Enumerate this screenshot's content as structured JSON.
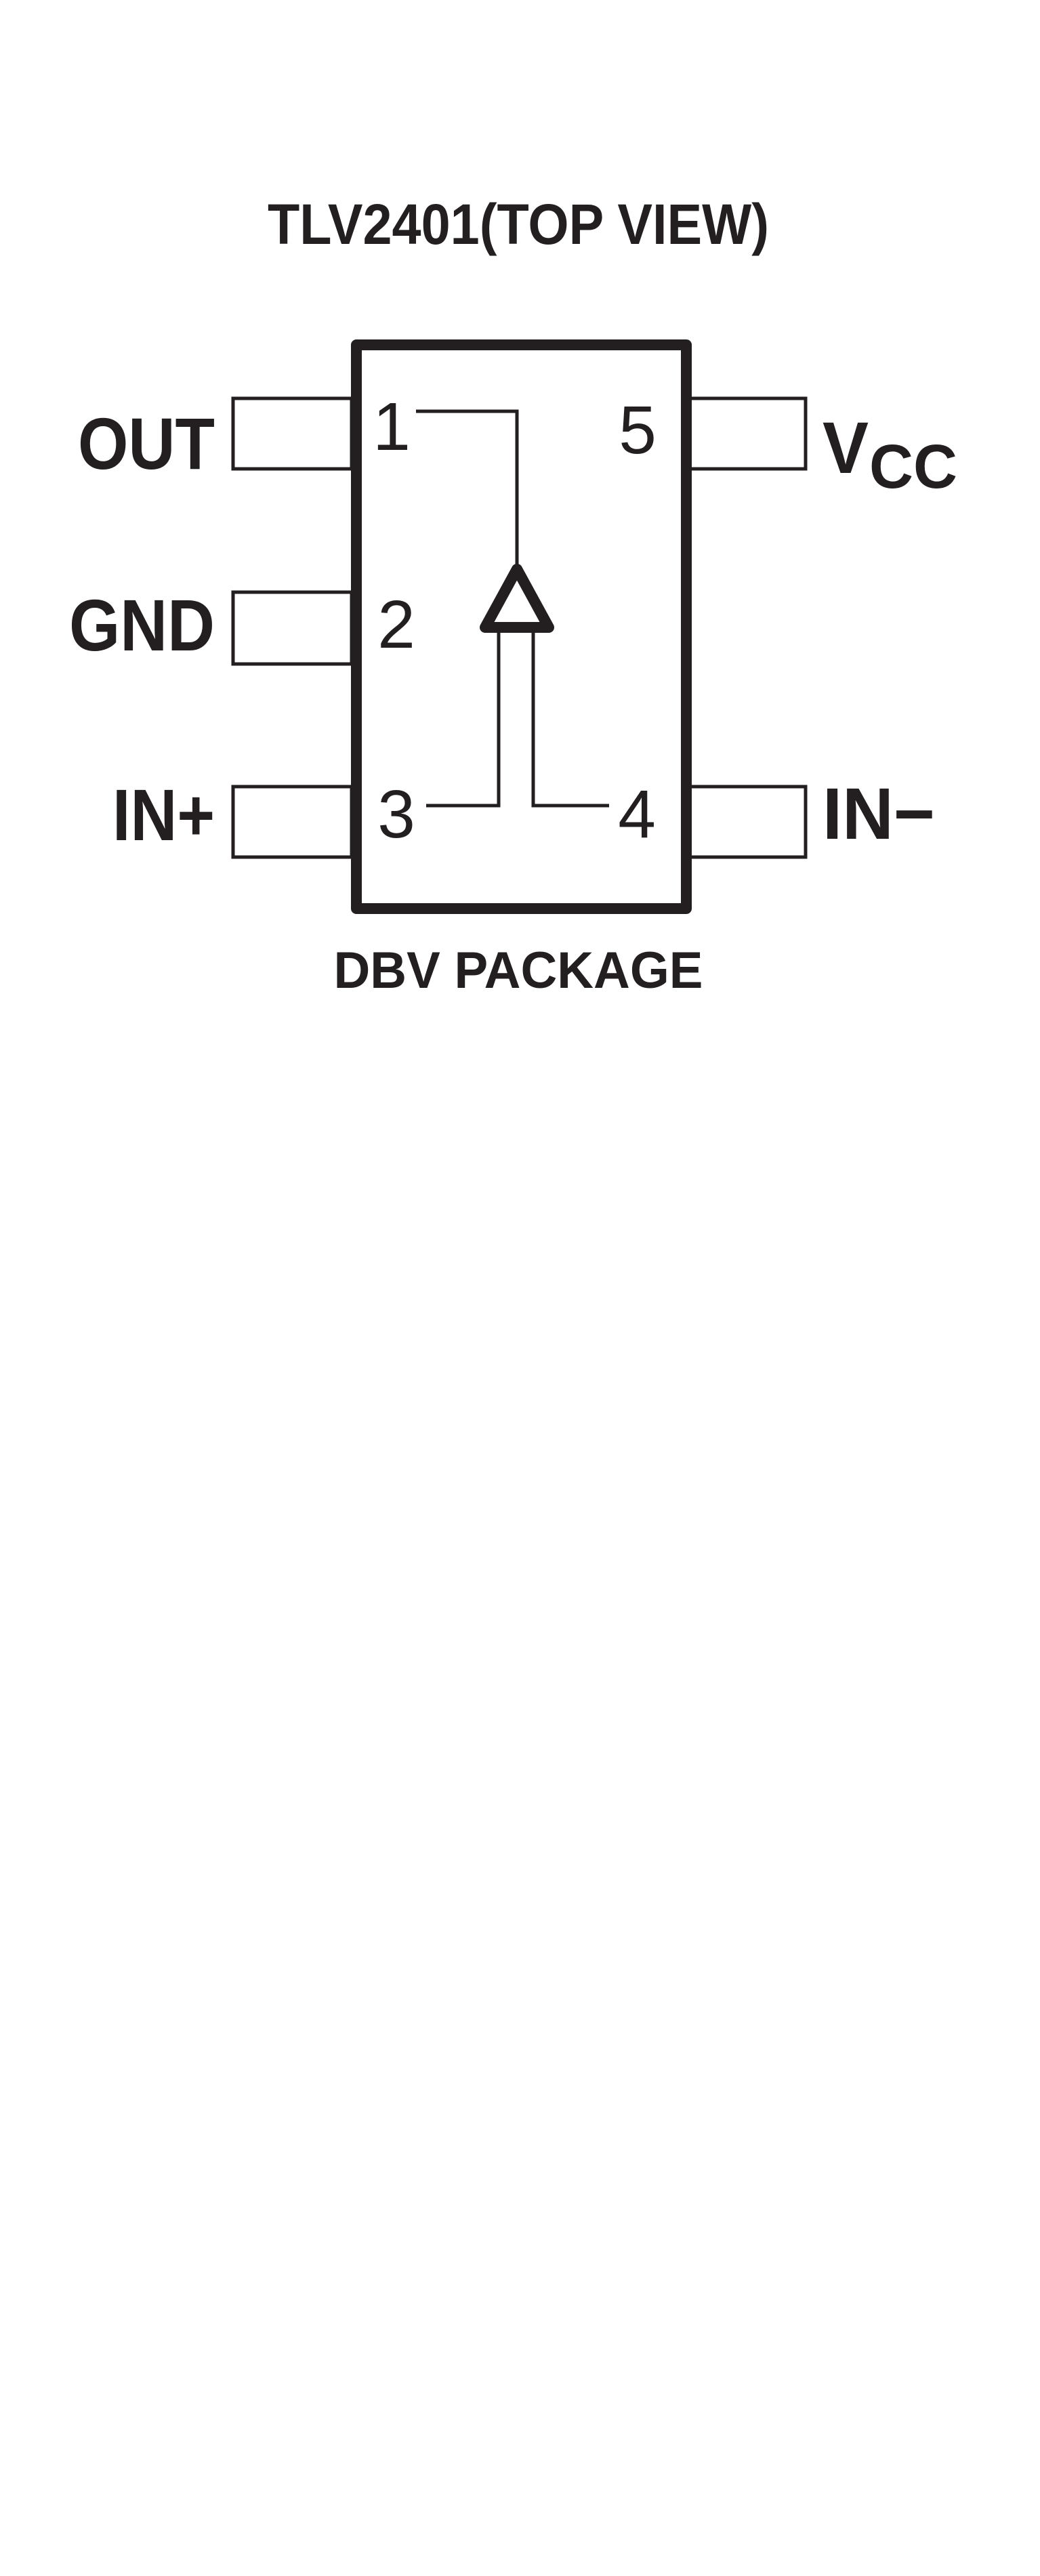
{
  "title": "TLV2401(TOP VIEW)",
  "package_label": "DBV PACKAGE",
  "pins": {
    "out": {
      "number": "1",
      "name": "OUT"
    },
    "gnd": {
      "number": "2",
      "name": "GND"
    },
    "in_plus": {
      "number": "3",
      "name": "IN+"
    },
    "in_minus": {
      "number": "4",
      "name": "IN−"
    },
    "vcc": {
      "number": "5",
      "name_main": "V",
      "name_sub": "CC"
    }
  },
  "colors": {
    "ink": "#231f20",
    "background": "#ffffff"
  }
}
